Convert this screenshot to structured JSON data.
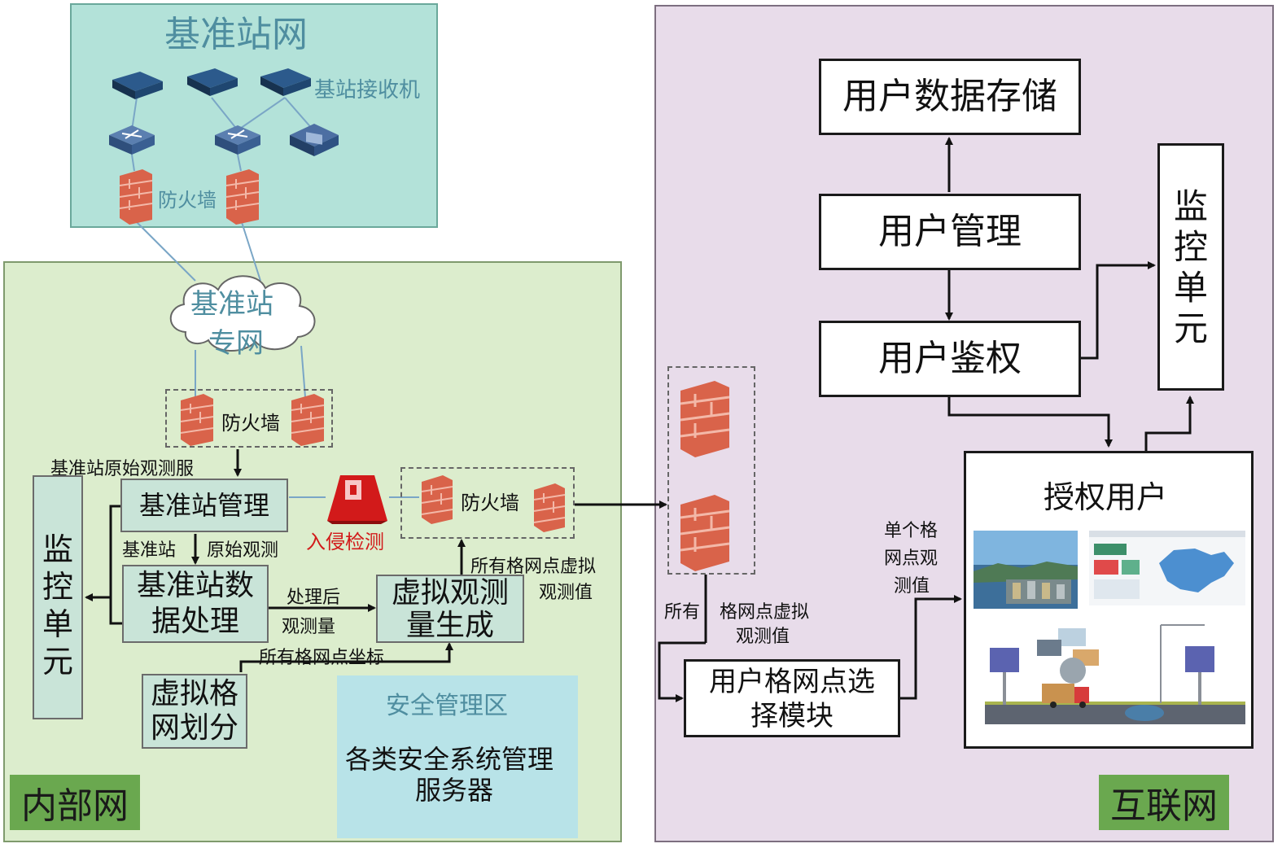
{
  "base_station_net": {
    "title": "基准站网",
    "receiver_label": "基站接收机",
    "firewall_label": "防火墙"
  },
  "inner_net": {
    "zone_label": "内部网",
    "cloud_label_line1": "基准站",
    "cloud_label_line2": "专网",
    "firewall_top_label": "防火墙",
    "firewall_right_label": "防火墙",
    "raw_obs_service_label": "基准站原始观测服",
    "station_mgmt": "基准站管理",
    "intrusion_detection": "入侵检测",
    "raw_obs_label_a": "基准站",
    "raw_obs_label_b": "原始观测",
    "data_proc_line1": "基准站数",
    "data_proc_line2": "据处理",
    "processed_label_line1": "处理后",
    "processed_label_line2": "观测量",
    "virtual_gen_line1": "虚拟观测",
    "virtual_gen_line2": "量生成",
    "all_virtual_label_line1": "所有格网点虚拟",
    "all_virtual_label_line2": "观测值",
    "all_coords_label": "所有格网点坐标",
    "grid_div_line1": "虚拟格",
    "grid_div_line2": "网划分",
    "monitor_unit": "监控单元",
    "security_zone_title": "安全管理区",
    "security_zone_line1": "各类安全系统管理",
    "security_zone_line2": "服务器"
  },
  "internet": {
    "zone_label": "互联网",
    "user_data_storage": "用户数据存储",
    "user_management": "用户管理",
    "user_auth": "用户鉴权",
    "monitor_unit": "监控单元",
    "authorized_users": "授权用户",
    "single_grid_label_line1": "单个格",
    "single_grid_label_line2": "网点观",
    "single_grid_label_line3": "测值",
    "all_label_a": "所有",
    "all_label_b": "格网点虚拟",
    "all_label_c": "观测值",
    "grid_select_line1": "用户格网点选",
    "grid_select_line2": "择模块"
  },
  "colors": {
    "base_zone": "#b3e2d9",
    "inner_zone": "#dcedcd",
    "internet_zone": "#e8dcea",
    "zone_label_bg": "#6aa84f",
    "teal_text": "#4f8ea0",
    "intrusion_red": "#d21a1a",
    "firewall_brick": "#d9634a"
  }
}
